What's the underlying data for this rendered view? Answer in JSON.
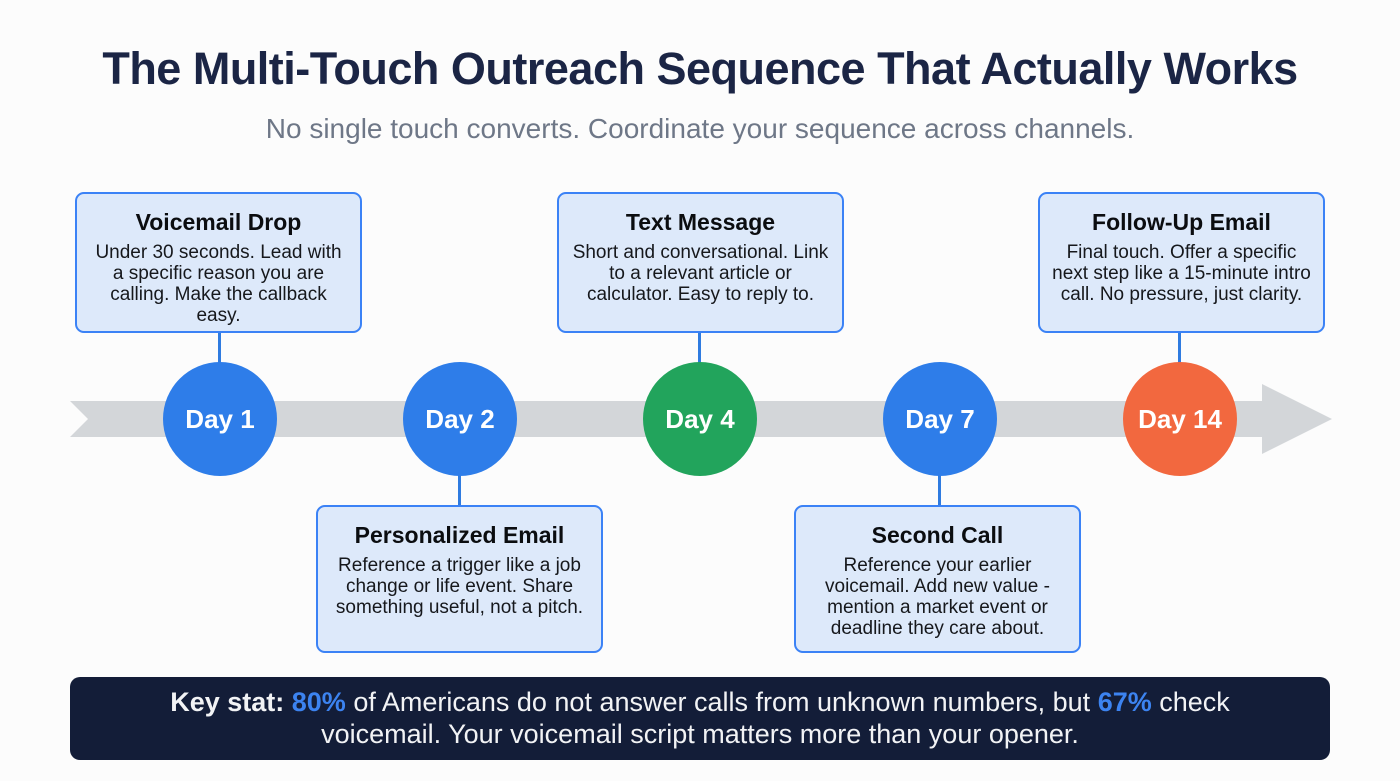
{
  "header": {
    "title": "The Multi-Touch Outreach Sequence That Actually Works",
    "subtitle": "No single touch converts. Coordinate your sequence across channels."
  },
  "timeline": {
    "arrow_color": "#d3d6d9",
    "nodes": [
      {
        "label": "Day 1",
        "color": "#2e7de9",
        "channel": "Voicemail Drop"
      },
      {
        "label": "Day 2",
        "color": "#2e7de9",
        "channel": "Personalized Email"
      },
      {
        "label": "Day 4",
        "color": "#22a45c",
        "channel": "Text Message"
      },
      {
        "label": "Day 7",
        "color": "#2e7de9",
        "channel": "Second Call"
      },
      {
        "label": "Day 14",
        "color": "#f2683f",
        "channel": "Follow-Up Email"
      }
    ]
  },
  "cards": {
    "top": [
      {
        "title": "Voicemail Drop",
        "body": "Under 30 seconds. Lead with a specific reason you are calling. Make the callback easy."
      },
      {
        "title": "Text Message",
        "body": "Short and conversational. Link to a relevant article or calculator. Easy to reply to."
      },
      {
        "title": "Follow-Up Email",
        "body": "Final touch. Offer a specific next step like a 15-minute intro call. No pressure, just clarity."
      }
    ],
    "bottom": [
      {
        "title": "Personalized Email",
        "body": "Reference a trigger like a job change or life event. Share something useful, not a pitch."
      },
      {
        "title": "Second Call",
        "body": "Reference your earlier voicemail. Add new value - mention a market event or deadline they care about."
      }
    ]
  },
  "key_stat": {
    "label": "Key stat:",
    "stat1": "80%",
    "mid": " of Americans do not answer calls from unknown numbers, but ",
    "stat2": "67%",
    "end": " check voicemail. Your voicemail script matters more than your opener."
  },
  "colors": {
    "title_text": "#1b2545",
    "subtitle_text": "#6e7787",
    "card_border": "#3b82f6",
    "card_background": "#dde9fa",
    "connector_blue": "#2f7be0",
    "banner_background": "#131d38",
    "stat_highlight": "#3c83f0",
    "node_blue": "#2e7de9",
    "node_green": "#22a45c",
    "node_orange": "#f2683f",
    "arrow_gray": "#d3d6d9"
  }
}
